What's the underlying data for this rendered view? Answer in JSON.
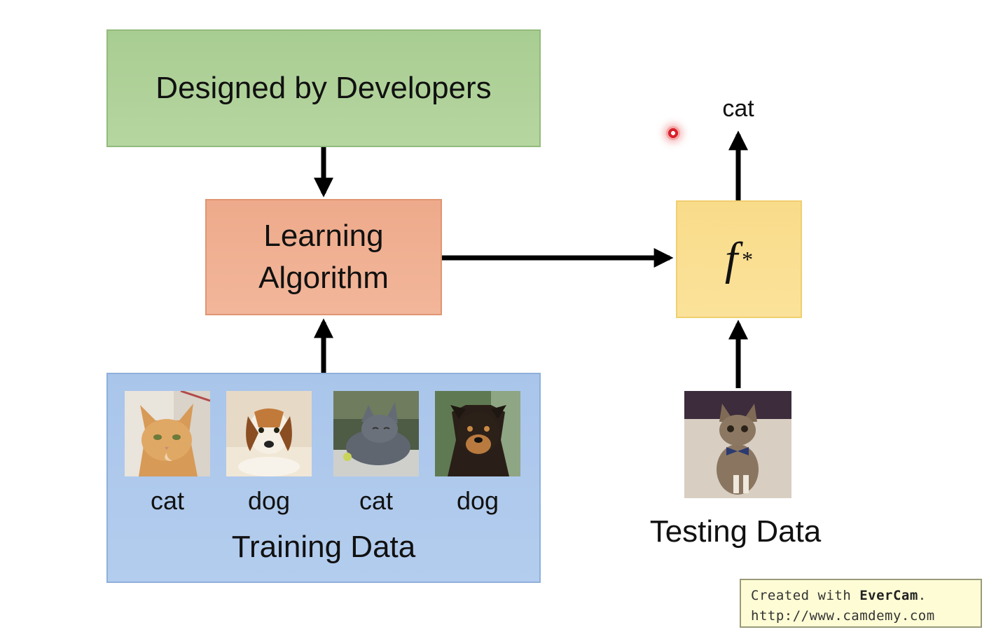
{
  "diagram": {
    "developers_box": "Designed by Developers",
    "learning_box": {
      "line1": "Learning",
      "line2": "Algorithm"
    },
    "function_box": {
      "symbol": "f",
      "superscript": "*"
    },
    "output_label": "cat",
    "training": {
      "title": "Training Data",
      "items": [
        {
          "label": "cat",
          "image": "orange-cat-photo"
        },
        {
          "label": "dog",
          "image": "beagle-puppy-photo"
        },
        {
          "label": "cat",
          "image": "gray-cat-photo"
        },
        {
          "label": "dog",
          "image": "black-tan-dog-photo"
        }
      ]
    },
    "testing": {
      "title": "Testing Data",
      "image": "kitten-bowtie-photo"
    }
  },
  "watermark": {
    "line1_prefix": "Created with ",
    "line1_brand": "EverCam",
    "line1_suffix": ".",
    "line2": "http://www.camdemy.com"
  },
  "colors": {
    "developers": "#b0d29b",
    "learning": "#f0b092",
    "function": "#fadf92",
    "training": "#aecaec",
    "arrow": "#000000"
  }
}
